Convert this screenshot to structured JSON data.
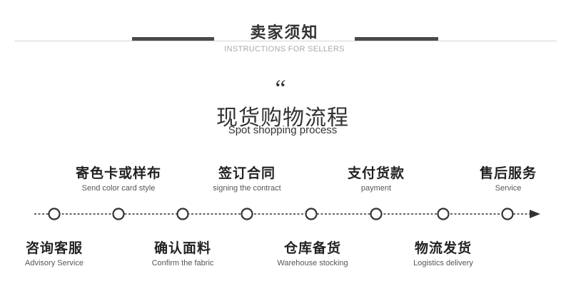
{
  "header": {
    "title": "卖家须知",
    "subtitle": "INSTRUCTIONS FOR SELLERS"
  },
  "section": {
    "quote_mark": "“",
    "title": "现货购物流程",
    "subtitle": "Spot shopping process"
  },
  "steps": [
    {
      "zh": "咨询客服",
      "en": "Advisory Service",
      "position": "below"
    },
    {
      "zh": "寄色卡或样布",
      "en": "Send color card style",
      "position": "above"
    },
    {
      "zh": "确认面料",
      "en": "Confirm the fabric",
      "position": "below"
    },
    {
      "zh": "签订合同",
      "en": "signing the contract",
      "position": "above"
    },
    {
      "zh": "仓库备货",
      "en": "Warehouse stocking",
      "position": "below"
    },
    {
      "zh": "支付货款",
      "en": "payment",
      "position": "above"
    },
    {
      "zh": "物流发货",
      "en": "Logistics delivery",
      "position": "below"
    },
    {
      "zh": "售后服务",
      "en": "Service",
      "position": "above"
    }
  ],
  "colors": {
    "timeline": "#333333",
    "bar": "#4a4a4a",
    "rule": "#d6d6d6",
    "subtitle_gray": "#aaaaaa"
  }
}
